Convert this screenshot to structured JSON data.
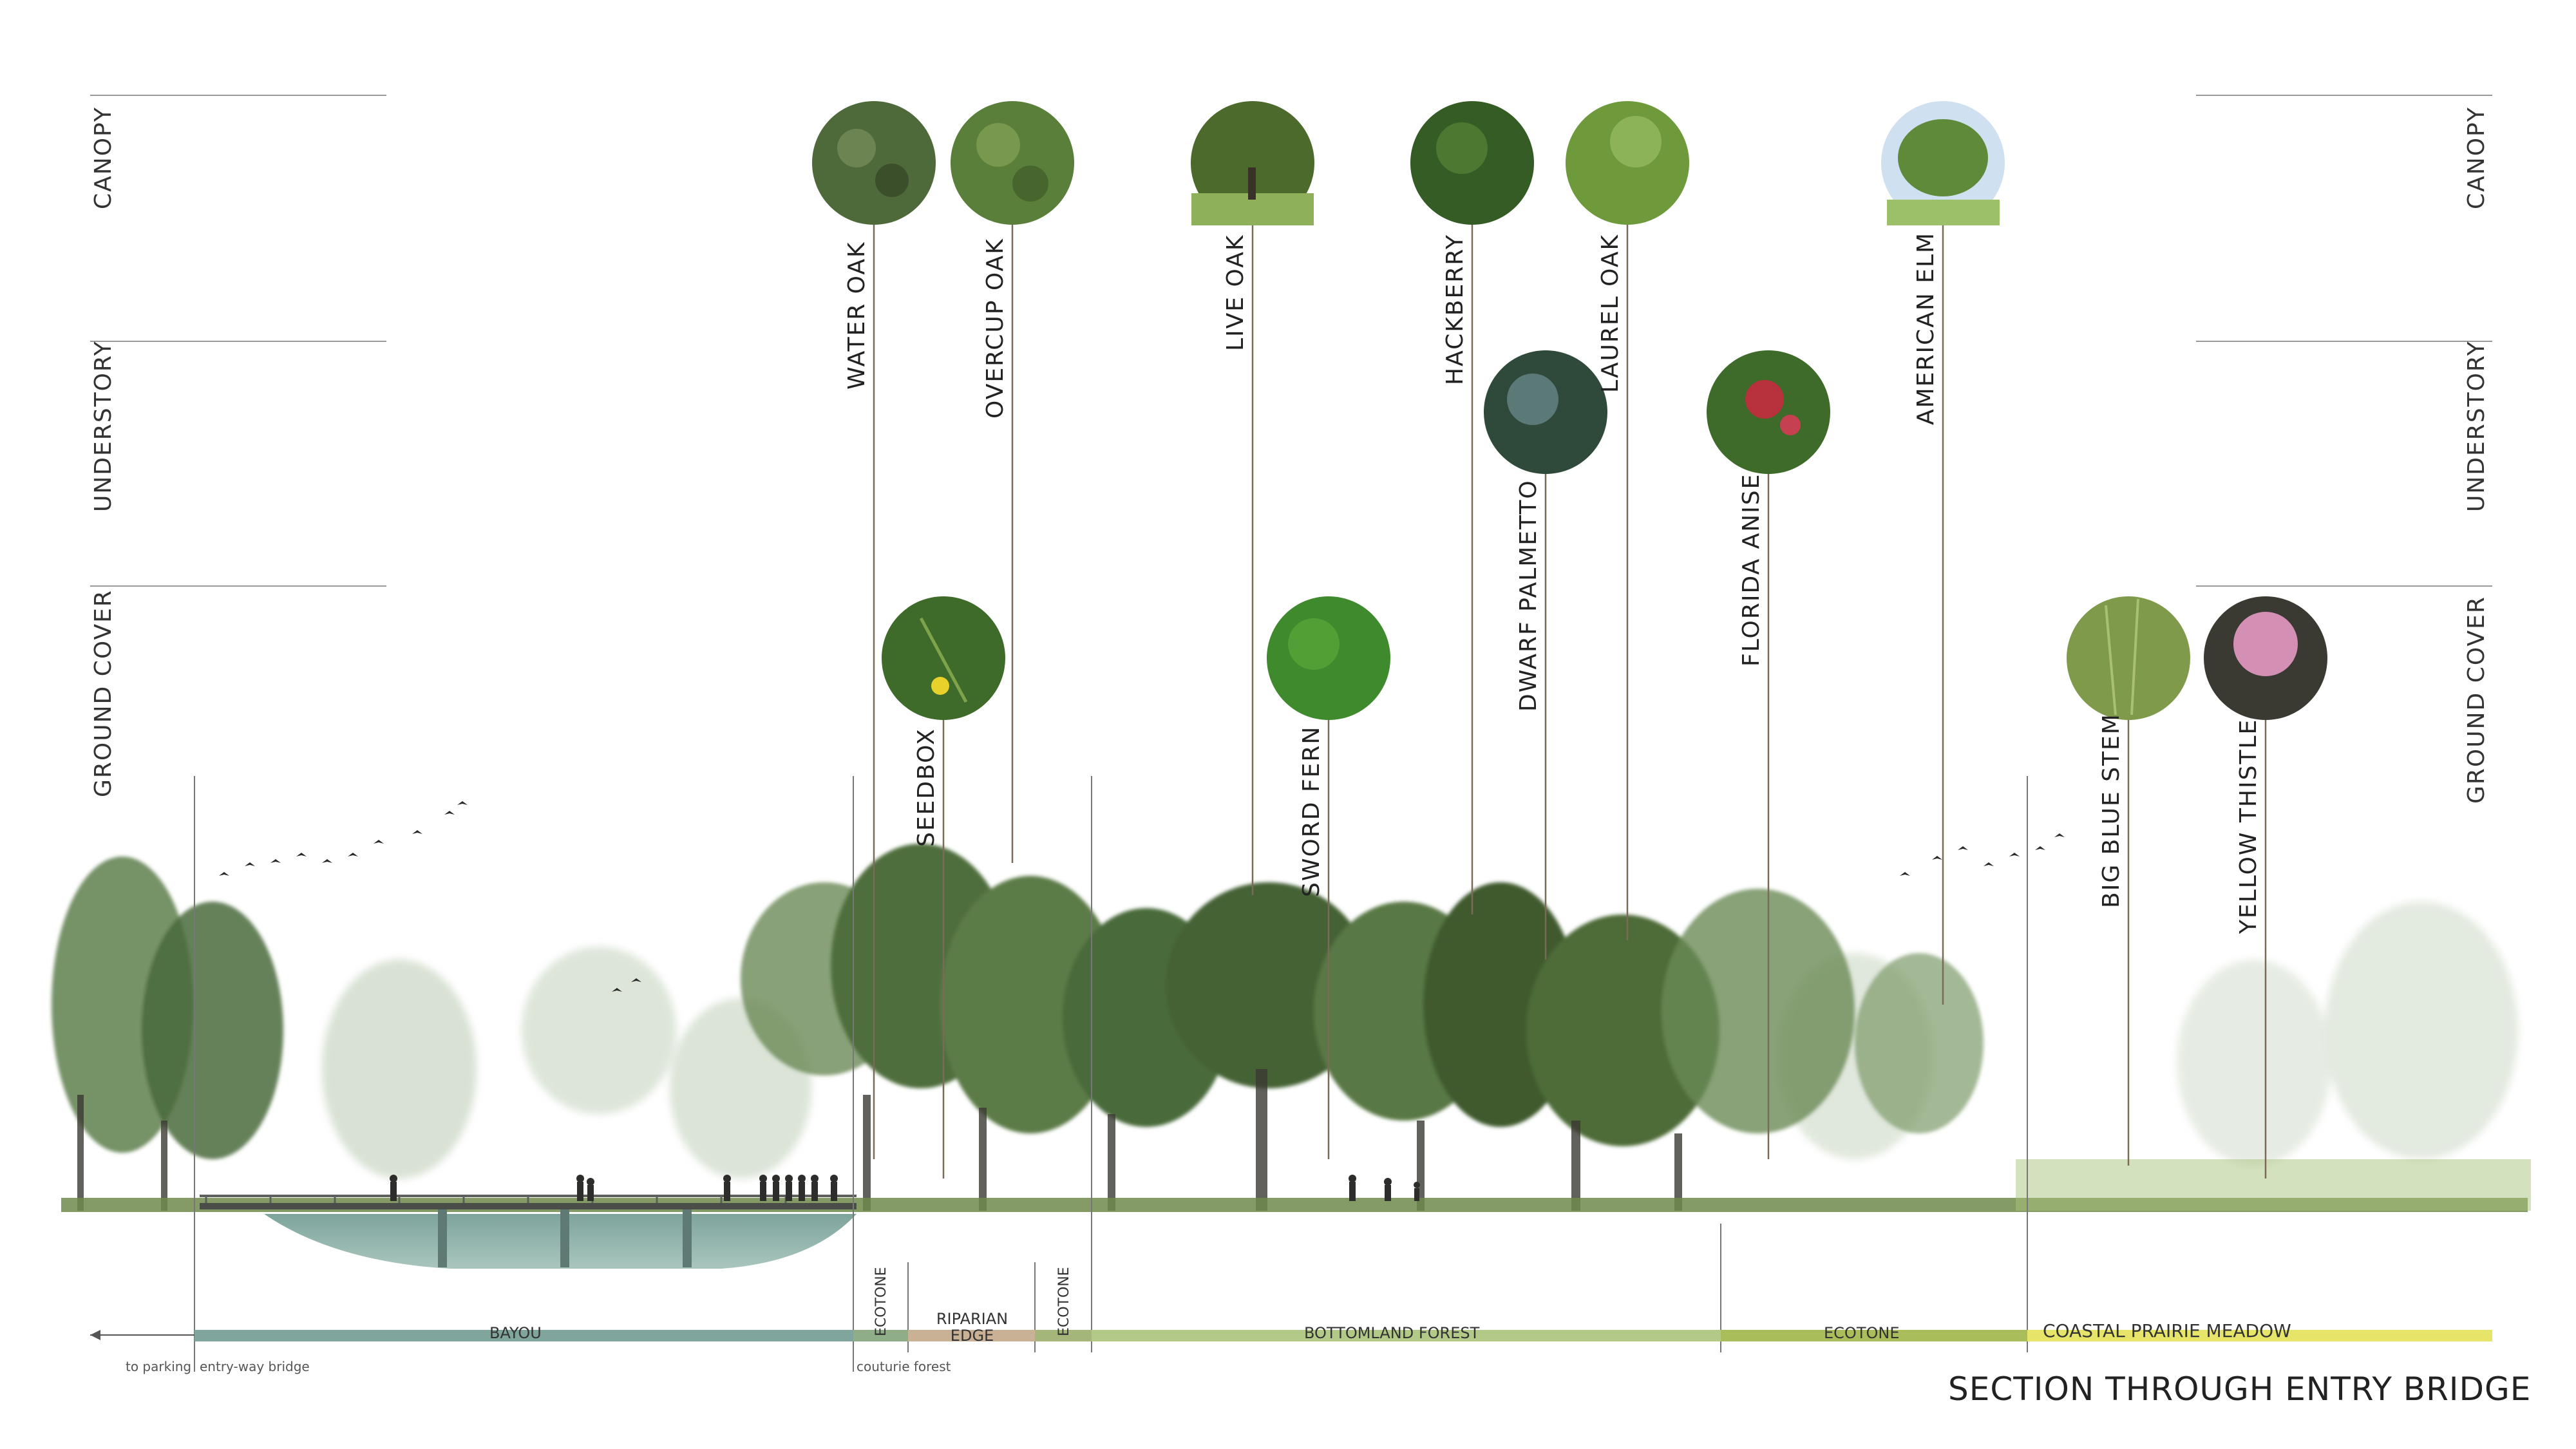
{
  "title": "SECTION THROUGH ENTRY BRIDGE",
  "layers": {
    "canopy": "CANOPY",
    "understory": "UNDERSTORY",
    "ground_cover": "GROUND COVER"
  },
  "species": [
    {
      "id": "water-oak",
      "label": "WATER OAK",
      "layer": "canopy",
      "swatch": "#4f6a3a"
    },
    {
      "id": "overcup-oak",
      "label": "OVERCUP OAK",
      "layer": "canopy",
      "swatch": "#5a7f3a"
    },
    {
      "id": "seedbox",
      "label": "SEEDBOX",
      "layer": "ground_cover",
      "swatch": "#3f6b2a"
    },
    {
      "id": "live-oak",
      "label": "LIVE OAK",
      "layer": "canopy",
      "swatch": "#4c6a2c"
    },
    {
      "id": "sword-fern",
      "label": "SWORD FERN",
      "layer": "ground_cover",
      "swatch": "#3f8a2c"
    },
    {
      "id": "hackberry",
      "label": "HACKBERRY",
      "layer": "canopy",
      "swatch": "#355c25"
    },
    {
      "id": "dwarf-palmetto",
      "label": "DWARF PALMETTO",
      "layer": "understory",
      "swatch": "#2f4a3a"
    },
    {
      "id": "laurel-oak",
      "label": "LAUREL OAK",
      "layer": "canopy",
      "swatch": "#6f9a3c"
    },
    {
      "id": "florida-anise",
      "label": "FLORIDA ANISE",
      "layer": "understory",
      "swatch": "#b8323e"
    },
    {
      "id": "american-elm",
      "label": "AMERICAN ELM",
      "layer": "canopy",
      "swatch": "#5f8a3a"
    },
    {
      "id": "big-blue-stem",
      "label": "BIG BLUE STEM",
      "layer": "ground_cover",
      "swatch": "#7e9a4a"
    },
    {
      "id": "yellow-thistle",
      "label": "YELLOW THISTLE",
      "layer": "ground_cover",
      "swatch": "#d48fb5"
    }
  ],
  "zones": [
    {
      "id": "bayou",
      "label": "BAYOU",
      "color": "#7fa59c"
    },
    {
      "id": "ecotone-1",
      "label": "ECOTONE",
      "color": "#8fae88"
    },
    {
      "id": "riparian-edge",
      "label": "RIPARIAN EDGE",
      "color": "#c9b196"
    },
    {
      "id": "ecotone-2",
      "label": "ECOTONE",
      "color": "#a5b67a"
    },
    {
      "id": "bottomland-forest",
      "label": "BOTTOMLAND FOREST",
      "color": "#b3c988"
    },
    {
      "id": "ecotone-3",
      "label": "ECOTONE",
      "color": "#a9bd5a"
    },
    {
      "id": "coastal-prairie-meadow",
      "label": "COASTAL PRAIRIE MEADOW",
      "color": "#e6e56a"
    }
  ],
  "notes": {
    "to_parking": "to parking",
    "entry_way_bridge": "entry-way bridge",
    "couturie_forest": "couturie forest"
  }
}
